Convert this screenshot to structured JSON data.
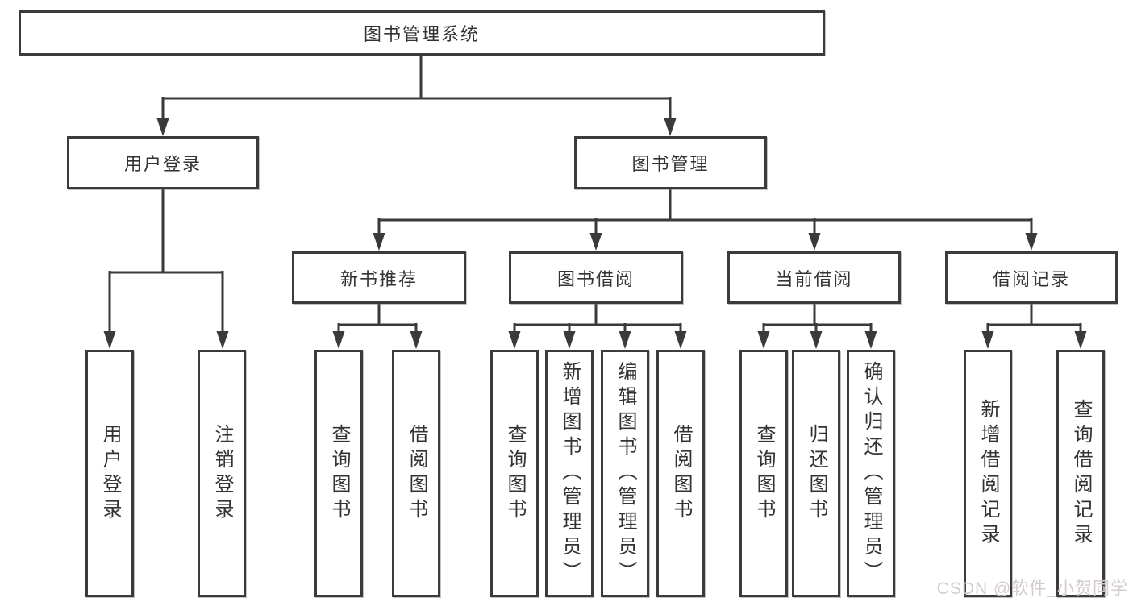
{
  "nodes": {
    "root": {
      "label": "图书管理系统"
    },
    "level2": [
      {
        "label": "用户登录"
      },
      {
        "label": "图书管理"
      }
    ],
    "level3": [
      {
        "label": "新书推荐"
      },
      {
        "label": "图书借阅"
      },
      {
        "label": "当前借阅"
      },
      {
        "label": "借阅记录"
      }
    ],
    "leaves_user_login": [
      {
        "label": "用户登录"
      },
      {
        "label": "注销登录"
      }
    ],
    "leaves_new_books": [
      {
        "label": "查询图书"
      },
      {
        "label": "借阅图书"
      }
    ],
    "leaves_book_borrow": [
      {
        "label": "查询图书"
      },
      {
        "label": "新增图书（管理员）"
      },
      {
        "label": "编辑图书（管理员）"
      },
      {
        "label": "借阅图书"
      }
    ],
    "leaves_current_borrow": [
      {
        "label": "查询图书"
      },
      {
        "label": "归还图书"
      },
      {
        "label": "确认归还（管理员）"
      }
    ],
    "leaves_borrow_records": [
      {
        "label": "新增借阅记录"
      },
      {
        "label": "查询借阅记录"
      }
    ]
  },
  "watermark": {
    "text": "CSDN @软件_小贺同学"
  },
  "colors": {
    "line": "#3a3a3a",
    "box_border": "#3b3b3b",
    "text": "#333333",
    "background": "#ffffff",
    "watermark": "#d2c8c8"
  }
}
